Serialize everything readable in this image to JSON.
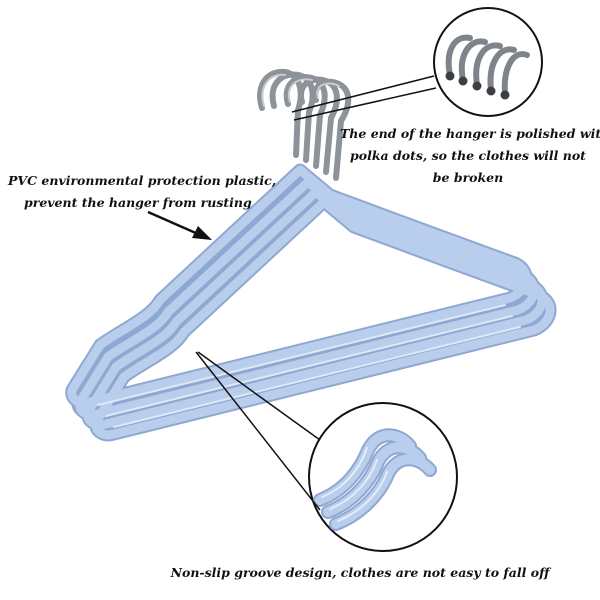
{
  "colors": {
    "hanger_blue": "#b9cdec",
    "hanger_outline": "#8fa8d2",
    "hook_metal": "#8e9399",
    "line": "#111111"
  },
  "captions": {
    "polished_end": {
      "line1": "The end of the hanger is polished with",
      "line2": "polka dots, so the clothes will not",
      "line3": "be broken"
    },
    "pvc": {
      "line1": "PVC environmental protection plastic,",
      "line2": "prevent the hanger from rusting"
    },
    "groove": {
      "line1": "Non-slip groove design, clothes are not easy to fall off"
    }
  }
}
